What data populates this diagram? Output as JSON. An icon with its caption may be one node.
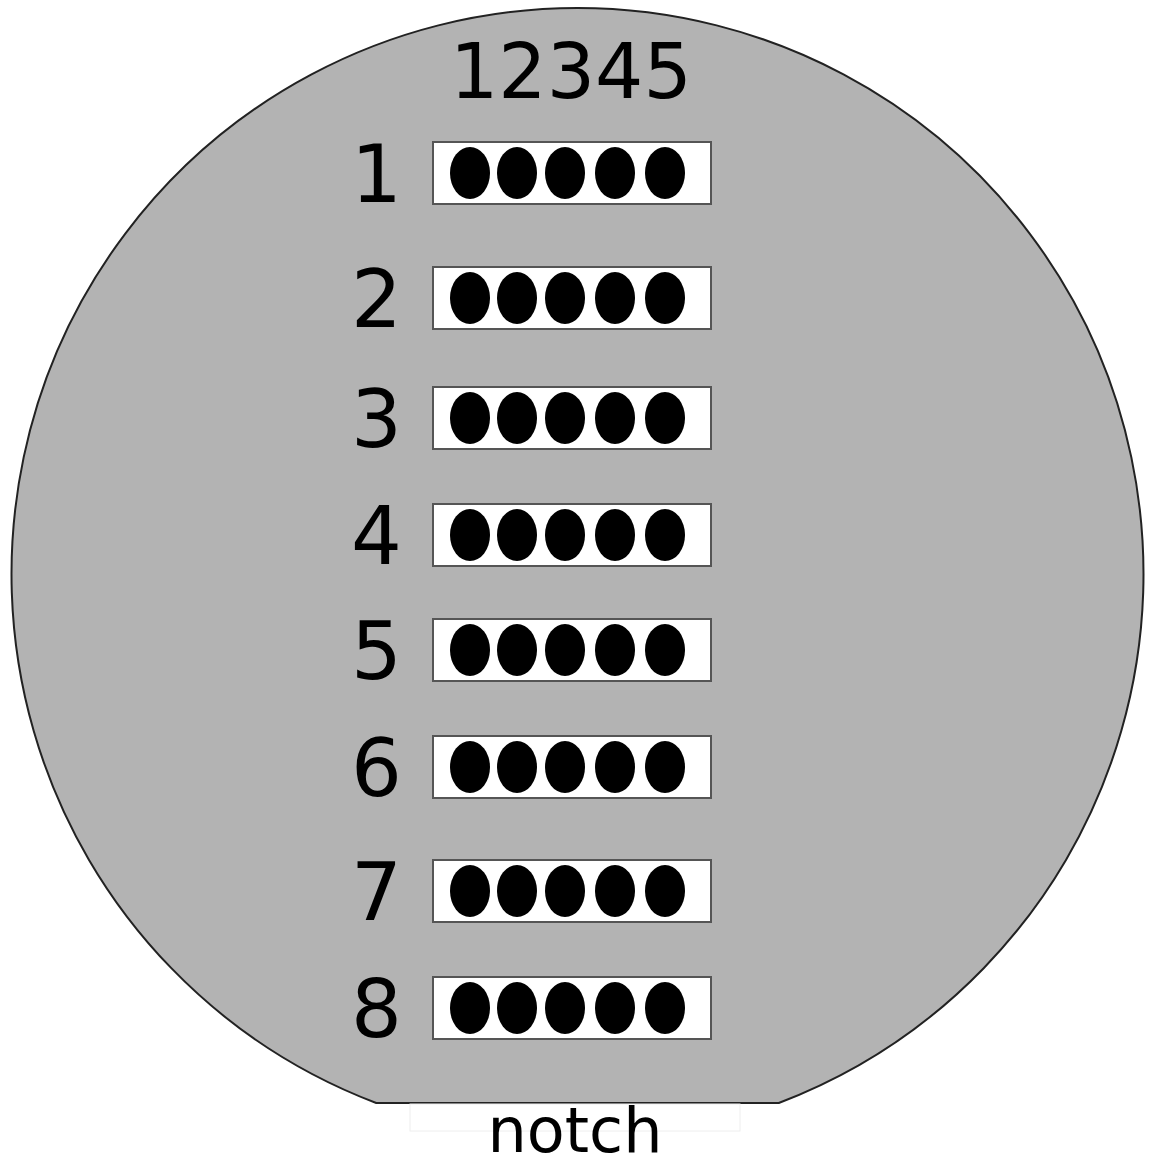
{
  "diagram": {
    "labels": [
      "12345",
      "1",
      "2",
      "3",
      "4",
      "5",
      "6",
      "7",
      "8",
      "notch"
    ]
  }
}
